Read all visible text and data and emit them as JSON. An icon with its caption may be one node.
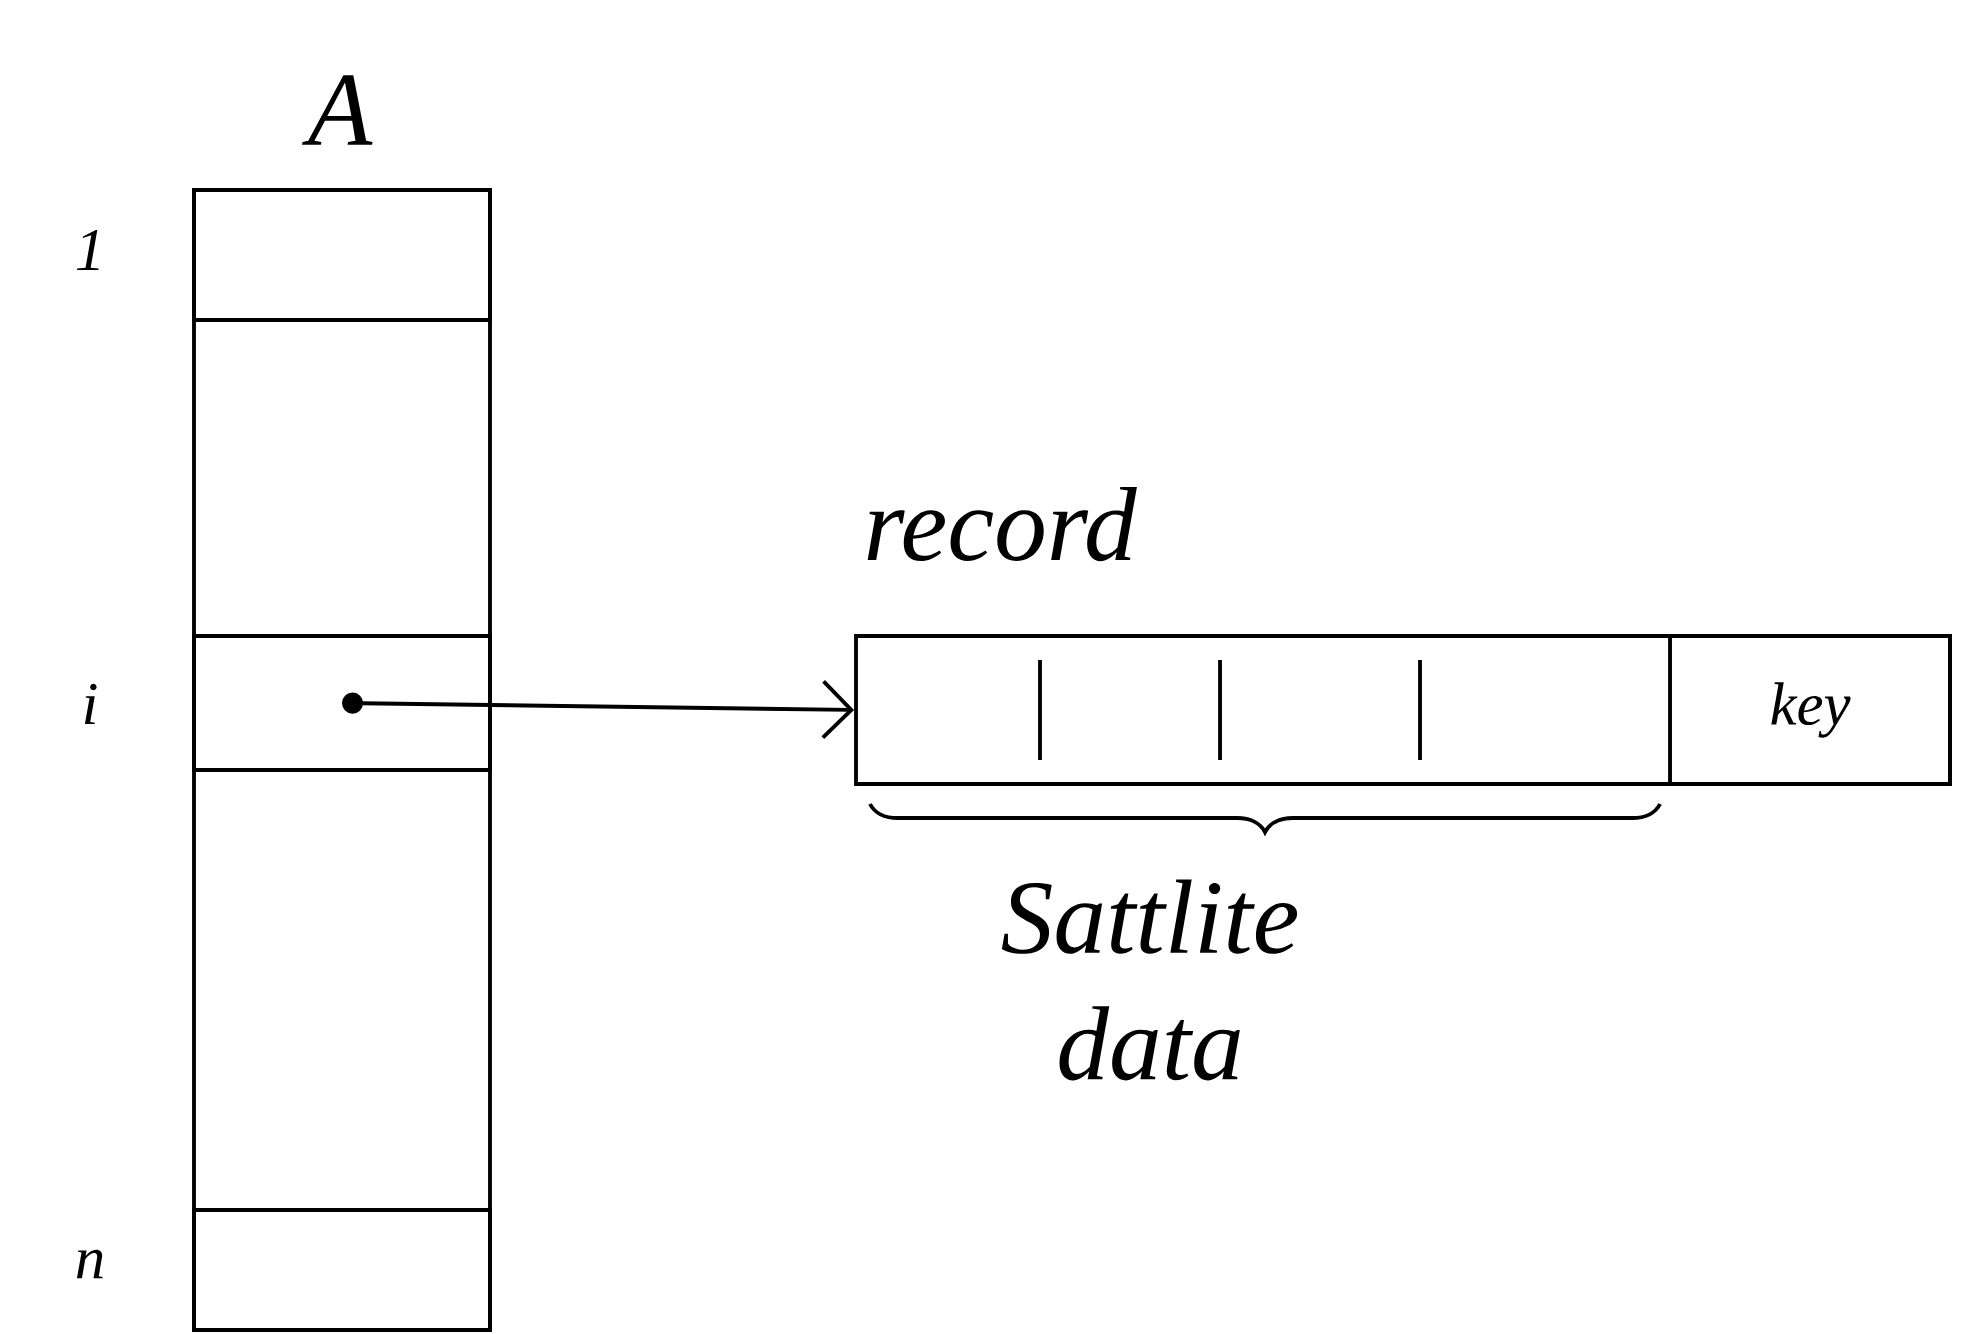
{
  "diagram": {
    "nodes": [
      {
        "text": [
          "A"
        ]
      },
      {
        "text": [],
        "shape": "box",
        "in": 0,
        "beside": [
          "1"
        ]
      },
      {
        "text": [],
        "shape": "box",
        "in": 0,
        "beside": [
          "i"
        ]
      },
      {
        "text": [],
        "shape": "box",
        "in": 0,
        "beside": [
          "n"
        ]
      },
      {
        "text": [
          "record"
        ]
      },
      {
        "text": [
          "key"
        ],
        "in": 4
      }
    ],
    "edges": [
      {
        "from": 2,
        "to": 4,
        "arrow": "to"
      }
    ],
    "labels": [
      "Sattlite data"
    ]
  }
}
